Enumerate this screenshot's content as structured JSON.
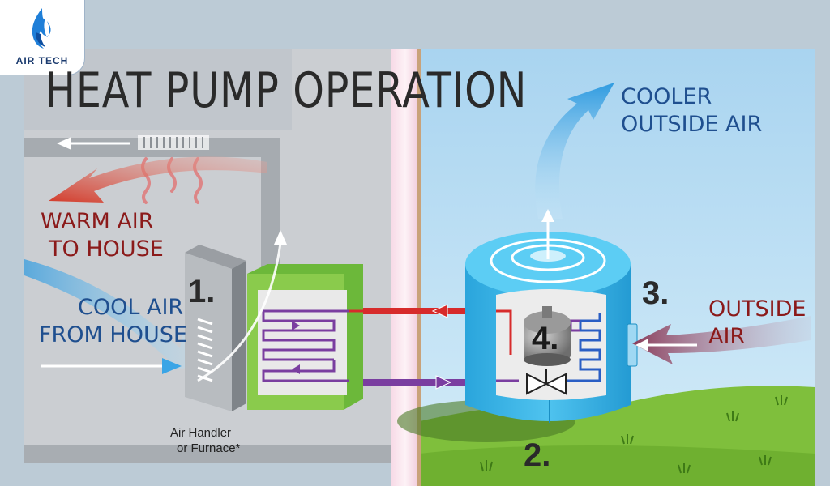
{
  "brand": {
    "name": "AIR TECH"
  },
  "title": "HEAT PUMP OPERATION",
  "labels": {
    "cooler_outside_air": [
      "COOLER",
      "OUTSIDE AIR"
    ],
    "warm_air_to_house": [
      "WARM AIR",
      "TO HOUSE"
    ],
    "cool_air_from_house": [
      "COOL AIR",
      "FROM HOUSE"
    ],
    "outside_air": [
      "OUTSIDE",
      "AIR"
    ],
    "air_handler": [
      "Air Handler",
      "or Furnace*"
    ]
  },
  "steps": {
    "one": "1.",
    "two": "2.",
    "three": "3.",
    "four": "4."
  },
  "colors": {
    "house_interior": "#c9ccd0",
    "sky": "#b7dcf2",
    "grass": "#7fbf3c",
    "heat_exchanger": "#7ac043",
    "outdoor_unit": "#3ab3e6",
    "refrigerant_hot": "#d72b2b",
    "refrigerant_cool": "#7a3ea0",
    "warm_arrow": "#d33b2a",
    "cool_arrow": "#3aa5e6",
    "outside_arrow": "#8a3c5a",
    "title_color": "#2a2a2a",
    "label_blue": "#1f4f8f",
    "label_red": "#8b1a1a"
  }
}
